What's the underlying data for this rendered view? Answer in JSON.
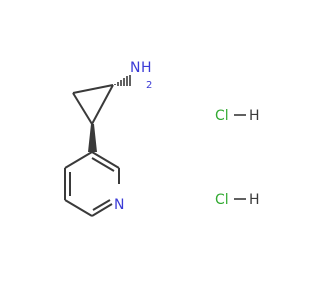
{
  "molecule": {
    "amine_label": "NH2",
    "amine_N": "N",
    "amine_H": "H",
    "amine_sub": "2",
    "pyridine_N": "N"
  },
  "salts": [
    {
      "Cl": "Cl",
      "H": "H"
    },
    {
      "Cl": "Cl",
      "H": "H"
    }
  ],
  "colors": {
    "nitrogen": "#3b3bd6",
    "chlorine": "#33aa33",
    "bond": "#3a3a3a",
    "hydrogen": "#3a3a3a"
  }
}
